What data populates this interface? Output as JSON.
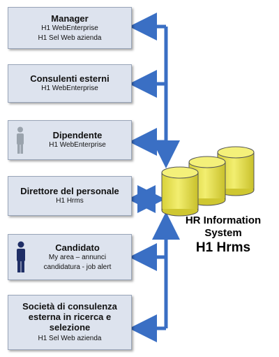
{
  "boxes": [
    {
      "id": "manager",
      "title": "Manager",
      "lines": [
        "H1 WebEnterprise",
        "H1 Sel Web azienda"
      ]
    },
    {
      "id": "consulenti",
      "title": "Consulenti esterni",
      "lines": [
        "H1 WebEnterprise"
      ]
    },
    {
      "id": "dipendente",
      "title": "Dipendente",
      "lines": [
        "H1 WebEnterprise"
      ]
    },
    {
      "id": "direttore",
      "title": "Direttore del personale",
      "lines": [
        "H1 Hrms"
      ]
    },
    {
      "id": "candidato",
      "title": "Candidato",
      "lines": [
        "My area – annunci",
        "candidatura - job alert"
      ]
    },
    {
      "id": "societa",
      "title": "Società di consulenza esterna in ricerca e selezione",
      "lines": [
        "H1 Sel Web azienda"
      ]
    }
  ],
  "system": {
    "line1": "HR Information",
    "line2": "System",
    "line3": "H1 Hrms"
  },
  "colors": {
    "arrow": "#3a6fc4",
    "box_fill": "#dde3ee",
    "db_fill": "#ece74a",
    "person_grey": "#9aa3ad",
    "person_navy": "#1f2e66"
  },
  "icons": {
    "database": "database-icon",
    "person": "person-icon"
  }
}
